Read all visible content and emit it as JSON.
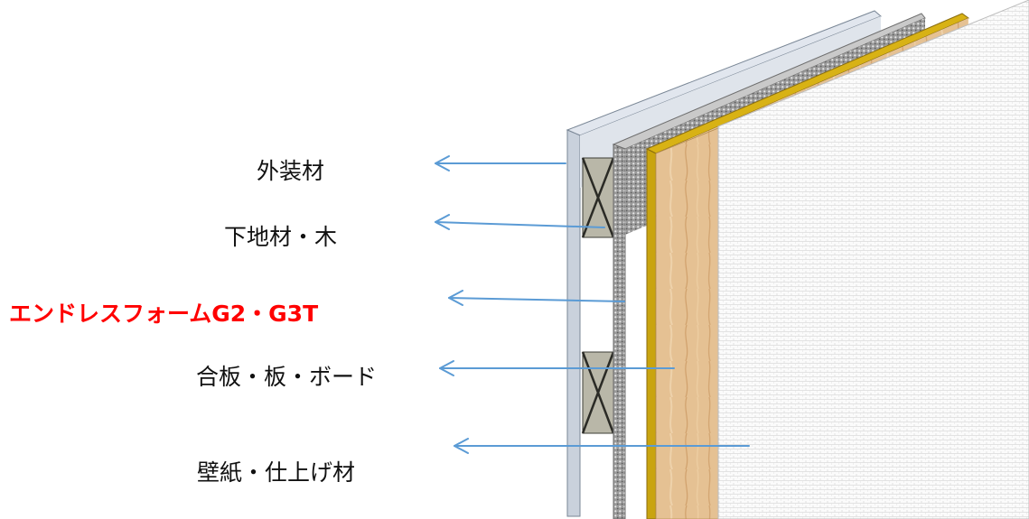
{
  "labels": [
    {
      "text": "外装材",
      "highlight": false
    },
    {
      "text": "下地材・木",
      "highlight": false
    },
    {
      "text": "エンドレスフォームG2・G3T",
      "highlight": true
    },
    {
      "text": "合板・板・ボード",
      "highlight": false
    },
    {
      "text": "壁紙・仕上げ材",
      "highlight": false
    }
  ],
  "colors": {
    "arrow": "#5b9bd5",
    "highlight_text": "#ff0000",
    "text": "#111111",
    "exterior_panel": "#c9d1dc",
    "foam_panel": "#a9a9a9",
    "plywood_panel": "#e2bd8e",
    "plywood_edge": "#c9a40f",
    "wallpaper_panel": "#f7f7f7"
  },
  "icons": [
    "arrow-left"
  ]
}
